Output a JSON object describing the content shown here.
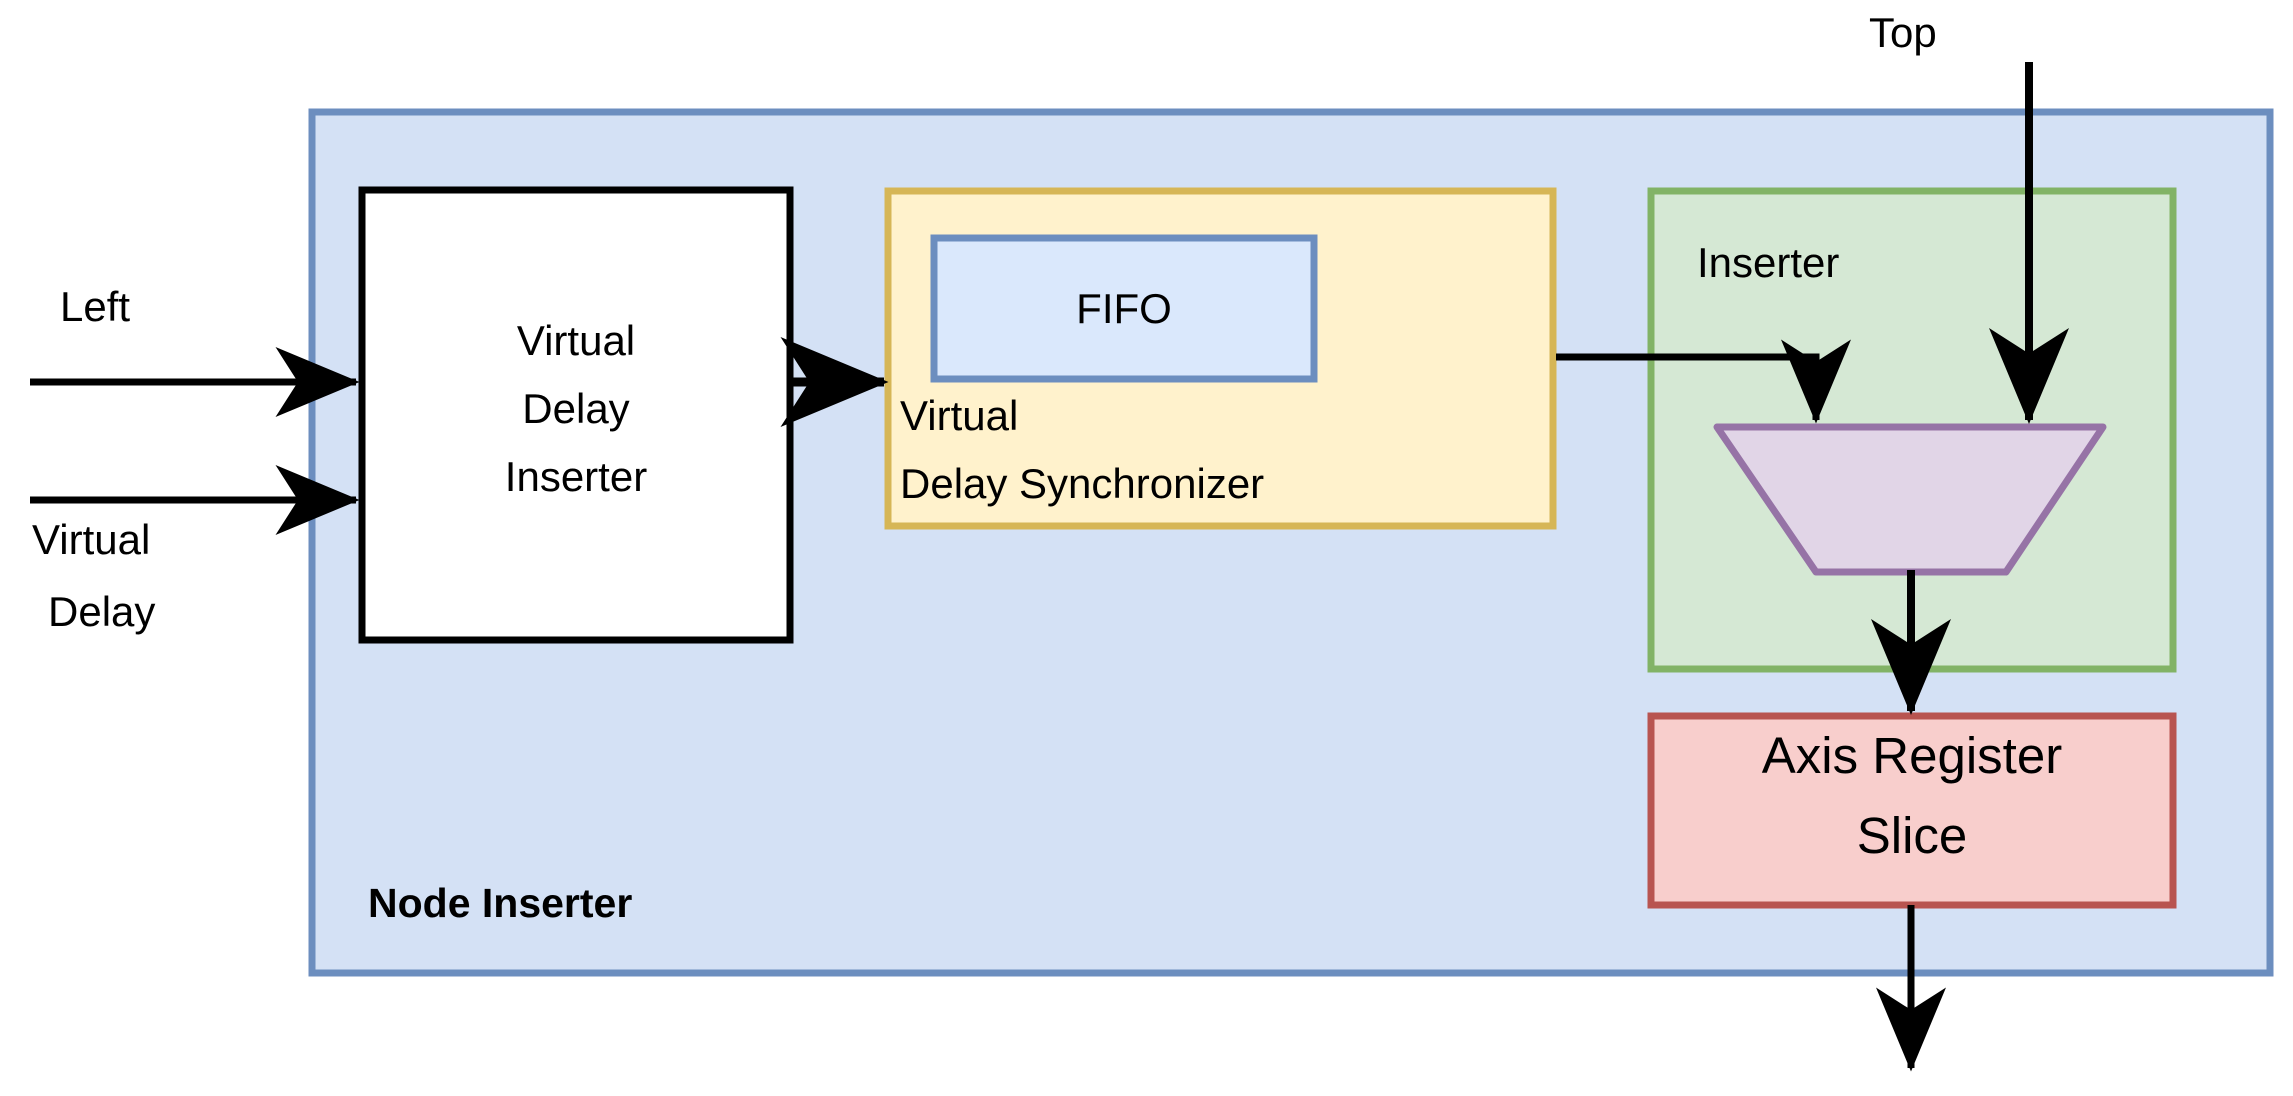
{
  "diagram": {
    "title": "Node Inserter block diagram",
    "colors": {
      "outer_fill": "#d4e1f5",
      "outer_stroke": "#6c8ebf",
      "white_fill": "#ffffff",
      "white_stroke": "#000000",
      "yellow_fill": "#fff2cc",
      "yellow_stroke": "#d6b656",
      "fifo_fill": "#dae8fc",
      "fifo_stroke": "#6c8ebf",
      "green_fill": "#d5e8d4",
      "green_stroke": "#82b366",
      "mux_fill": "#e1d5e7",
      "mux_stroke": "#9673a6",
      "red_fill": "#f8cecc",
      "red_stroke": "#b85450",
      "line": "#000000"
    },
    "outer_block": {
      "label": "Node Inserter"
    },
    "blocks": {
      "virtual_delay_inserter": {
        "lines": [
          "Virtual",
          "Delay",
          "Inserter"
        ]
      },
      "virtual_delay_synchronizer": {
        "lines": [
          "Virtual",
          "Delay Synchronizer"
        ],
        "child": {
          "label": "FIFO"
        }
      },
      "inserter": {
        "label": "Inserter",
        "mux": {
          "label": ""
        }
      },
      "axis_register_slice": {
        "lines": [
          "Axis Register",
          "Slice"
        ]
      }
    },
    "io_labels": {
      "left": "Left",
      "virtual_delay": [
        "Virtual",
        "Delay"
      ],
      "top": "Top"
    }
  }
}
